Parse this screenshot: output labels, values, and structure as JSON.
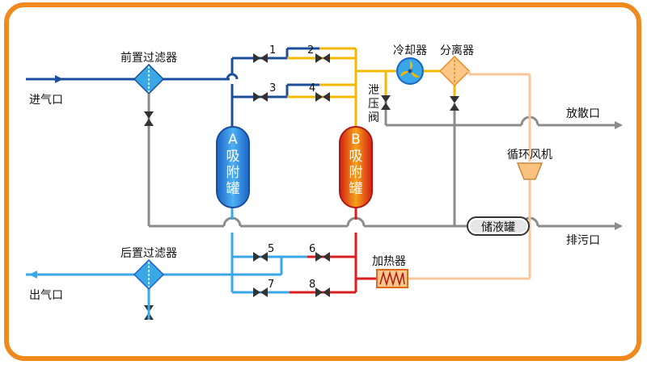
{
  "labels": {
    "inlet": "进气口",
    "outlet": "出气口",
    "pre_filter": "前置过滤器",
    "post_filter": "后置过滤器",
    "cooler": "冷却器",
    "separator": "分离器",
    "vent": "放散口",
    "drain": "排污口",
    "relief_valve": "泄压阀",
    "fan": "循环风机",
    "heater": "加热器",
    "liquid_tank": "储液罐",
    "tank_a_letter": "A",
    "tank_a_name": "吸附罐",
    "tank_b_letter": "B",
    "tank_b_name": "吸附罐"
  },
  "valves": [
    "1",
    "2",
    "3",
    "4",
    "5",
    "6",
    "7",
    "8"
  ],
  "colors": {
    "frame": "#f08a1e",
    "dark_blue": "#1b4f9c",
    "light_blue": "#3aa7e6",
    "yellow": "#f5b800",
    "red": "#d81e1e",
    "gray": "#8c8c8c",
    "peach": "#f7c79a"
  }
}
